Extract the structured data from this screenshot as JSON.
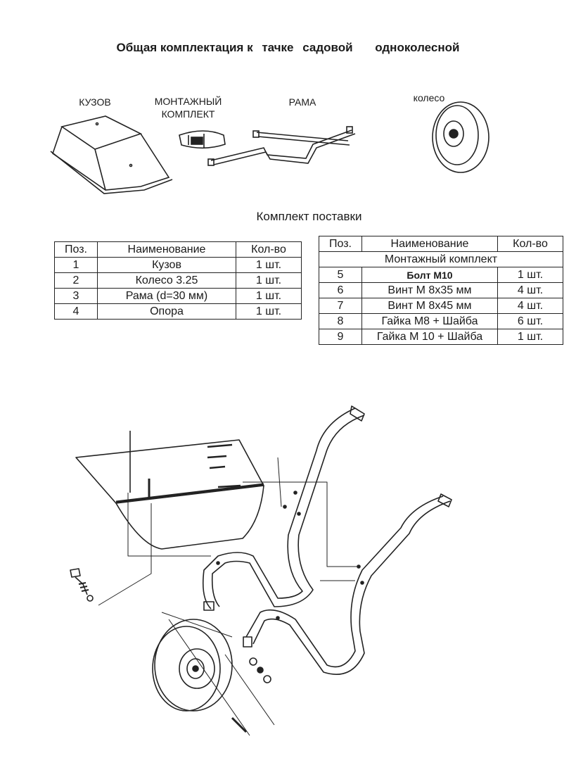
{
  "title": {
    "part1": "Общая комплектация к",
    "part2": "тачке",
    "part3": "садовой",
    "part4": "одноколесной"
  },
  "parts": {
    "kuzov": "КУЗОВ",
    "montazh_line1": "МОНТАЖНЫЙ",
    "montazh_line2": "КОМПЛЕКТ",
    "rama": "РАМА",
    "koleso": "колесо"
  },
  "subtitle": "Комплект поставки",
  "table_left": {
    "headers": [
      "Поз.",
      "Наименование",
      "Кол-во"
    ],
    "rows": [
      [
        "1",
        "Кузов",
        "1 шт."
      ],
      [
        "2",
        "Колесо 3.25",
        "1 шт."
      ],
      [
        "3",
        "Рама (d=30 мм)",
        "1 шт."
      ],
      [
        "4",
        "Опора",
        "1 шт."
      ]
    ]
  },
  "table_right": {
    "headers": [
      "Поз.",
      "Наименование",
      "Кол-во"
    ],
    "group": "Монтажный комплект",
    "rows": [
      [
        "5",
        "Болт М10",
        "1 шт."
      ],
      [
        "6",
        "Винт М 8х35 мм",
        "4 шт."
      ],
      [
        "7",
        "Винт М 8х45 мм",
        "4 шт."
      ],
      [
        "8",
        "Гайка М8 + Шайба",
        "6 шт."
      ],
      [
        "9",
        "Гайка М 10 + Шайба",
        "1 шт."
      ]
    ]
  }
}
